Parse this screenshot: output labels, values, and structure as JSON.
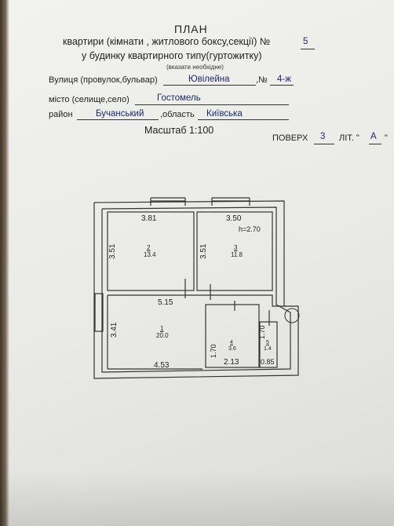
{
  "header": {
    "title": "ПЛАН",
    "line1": "квартири (кімнати , житлового боксу,секції) №",
    "line1_value": "5",
    "line2": "у будинку квартирного типу(гуртожитку)",
    "note": "(вказати необхідне)"
  },
  "address": {
    "street_label": "Вулиця (провулок,бульвар)",
    "street_value": "Ювілейна",
    "house_label": ",№",
    "house_value": "4-ж",
    "town_label": "місто (селище,село)",
    "town_value": "Гостомель",
    "district_label": "район",
    "district_value": "Бучанський",
    "region_label": ",область",
    "region_value": "Київська",
    "scale": "Масштаб 1:100",
    "floor_label": "ПОВЕРХ",
    "floor_value": "3",
    "lit_label": "ЛІТ. \"",
    "lit_value": "А",
    "lit_end": "\""
  },
  "plan": {
    "room2_width": "3.81",
    "room2_height": "3.51",
    "room2_num": "2",
    "room2_area": "13.4",
    "room3_width": "3.50",
    "room3_height": "3.51",
    "room3_ceiling": "h=2.70",
    "room3_num": "3",
    "room3_area": "11.8",
    "room1_width": "5.15",
    "room1_height": "3.41",
    "room1_bottom": "4.53",
    "room1_num": "1",
    "room1_area": "20.0",
    "room4_height": "1.70",
    "room4_width": "2.13",
    "room4_num": "4",
    "room4_area": "3.6",
    "room5_height": "1.70",
    "room5_width": "0.85",
    "room5_num": "5",
    "room5_area": "1.4"
  }
}
